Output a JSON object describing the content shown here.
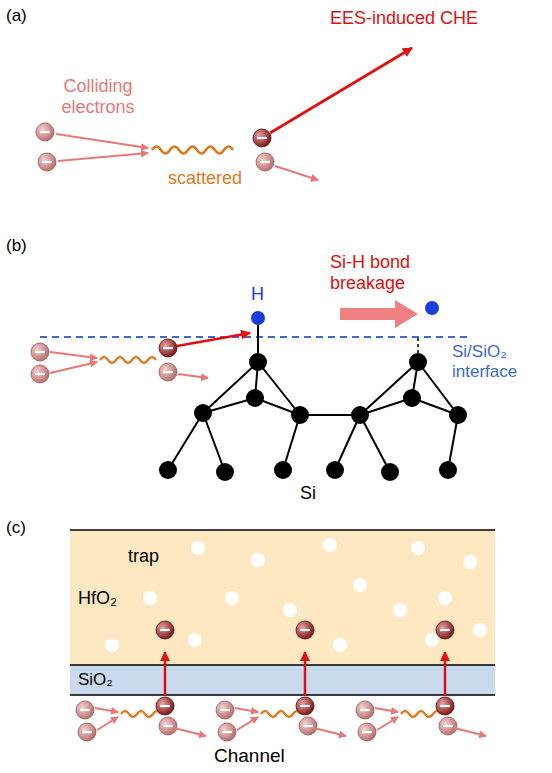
{
  "diagram": {
    "nodes": [
      {
        "text": [
          "trap",
          "HfO₂"
        ]
      },
      {
        "text": [
          "SiO₂"
        ]
      }
    ],
    "labels": [
      "(a)",
      "Colliding electrons",
      "scattered",
      "EES-induced CHE",
      "(b)",
      "H",
      "Si-H bond breakage",
      "Si/SiO₂ interface",
      "Si",
      "(c)",
      "Channel"
    ]
  }
}
